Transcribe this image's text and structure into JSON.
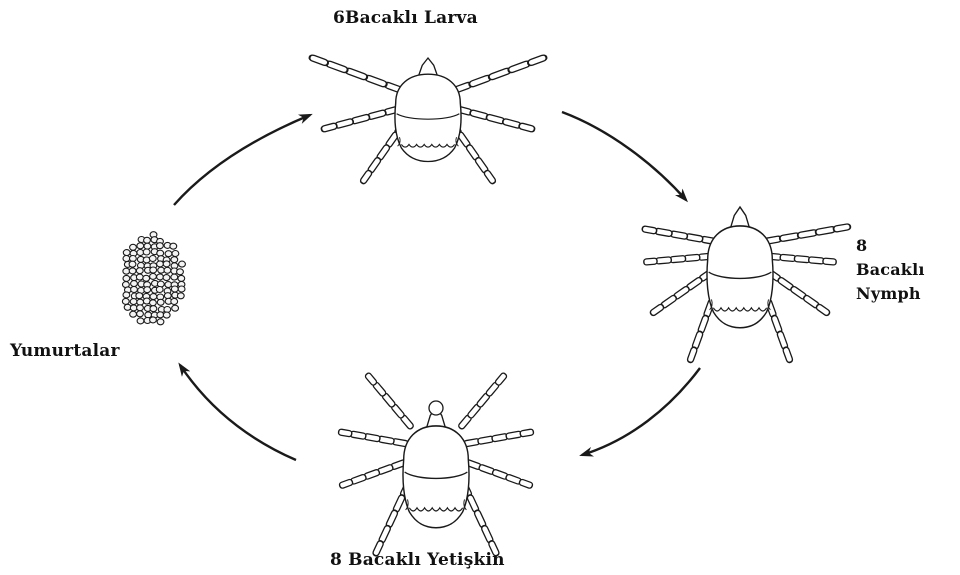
{
  "diagram": {
    "stages": {
      "larva": {
        "label": "6Bacaklı Larva"
      },
      "nymph": {
        "label_lines": [
          "8",
          "Bacaklı",
          "Nymph"
        ]
      },
      "adult": {
        "label": "8 Bacaklı Yetişkin"
      },
      "eggs": {
        "label": "Yumurtalar"
      }
    },
    "colors": {
      "ink": "#1a1a1a",
      "paper": "#ffffff"
    }
  }
}
